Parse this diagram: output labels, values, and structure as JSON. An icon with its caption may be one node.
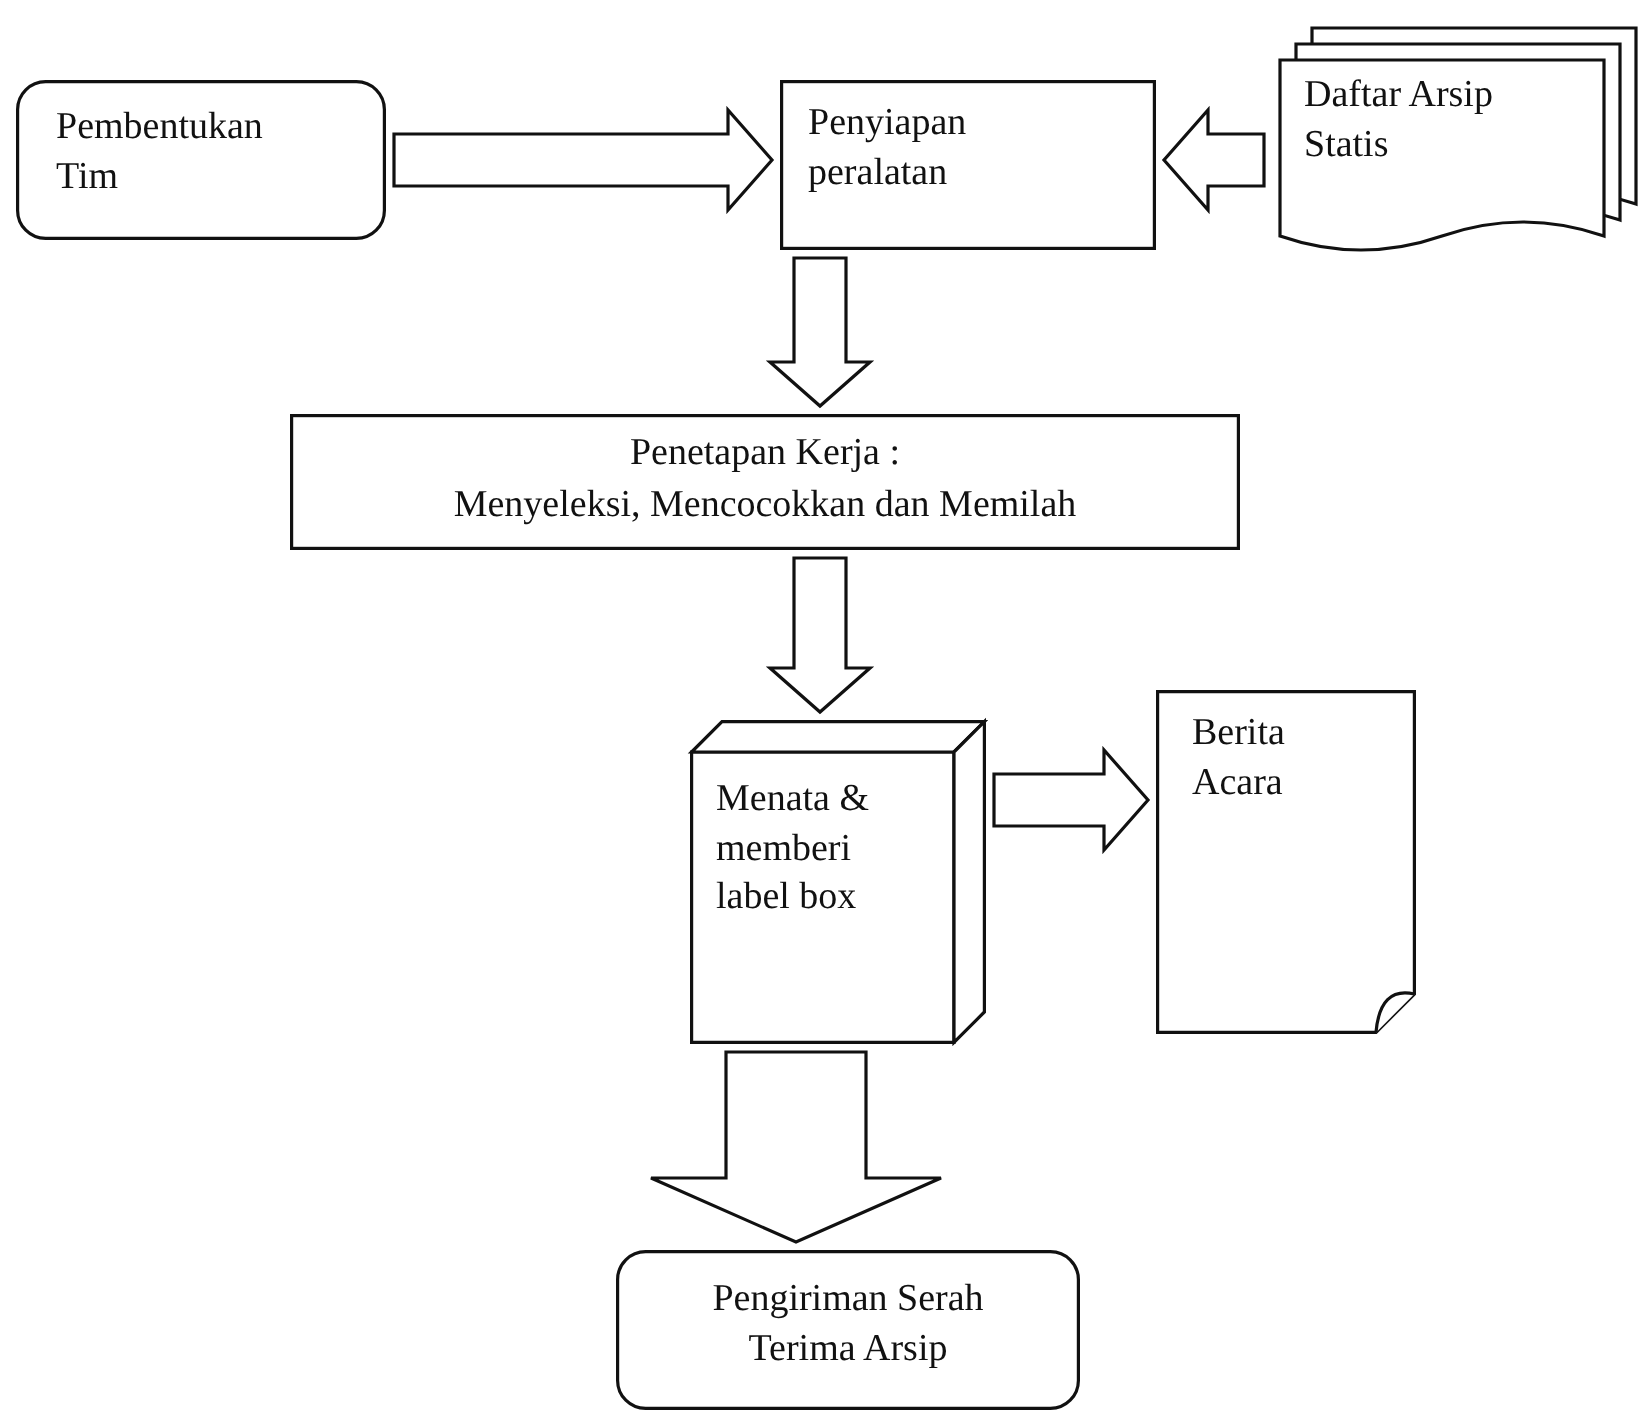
{
  "diagram": {
    "nodes": [
      {
        "text": [
          "Pembentukan Tim"
        ]
      },
      {
        "text": [
          "Penyiapan peralatan"
        ]
      },
      {
        "text": [
          "Daftar Arsip Statis"
        ]
      },
      {
        "text": [
          "Penetapan Kerja :",
          "Menyeleksi, Mencocokkan dan Memilah"
        ]
      },
      {
        "text": [
          "Menata & memberi label box"
        ]
      },
      {
        "text": [
          "Berita Acara"
        ]
      },
      {
        "text": [
          "Pengiriman Serah Terima Arsip"
        ]
      }
    ],
    "edges": [
      {
        "from": 0,
        "to": 1,
        "arrow": "to"
      },
      {
        "from": 2,
        "to": 1,
        "arrow": "to"
      },
      {
        "from": 1,
        "to": 3,
        "arrow": "to"
      },
      {
        "from": 3,
        "to": 4,
        "arrow": "to"
      },
      {
        "from": 4,
        "to": 5,
        "arrow": "to"
      },
      {
        "from": 4,
        "to": 6,
        "arrow": "to"
      }
    ]
  }
}
